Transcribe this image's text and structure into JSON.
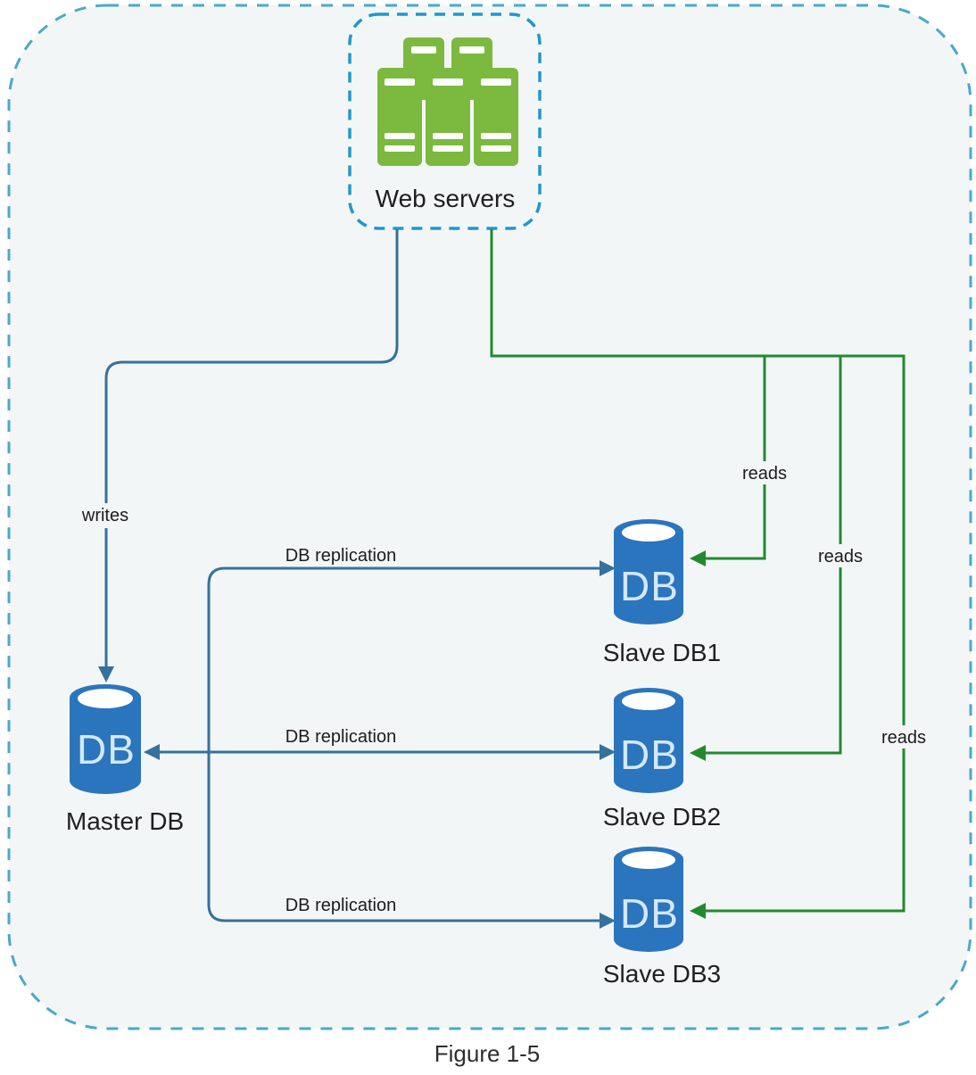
{
  "title_caption": "Figure 1-5",
  "web_servers": {
    "label": "Web servers"
  },
  "databases": {
    "master": {
      "text": "DB",
      "label": "Master DB"
    },
    "slaves": [
      {
        "text": "DB",
        "label": "Slave DB1"
      },
      {
        "text": "DB",
        "label": "Slave DB2"
      },
      {
        "text": "DB",
        "label": "Slave DB3"
      }
    ]
  },
  "edge_labels": {
    "writes": "writes",
    "reads": [
      "reads",
      "reads",
      "reads"
    ],
    "replication": [
      "DB replication",
      "DB replication",
      "DB replication"
    ]
  },
  "colors": {
    "background": "#f3f6f7",
    "outer_border": "#4aa9c9",
    "web_box_border": "#2098cb",
    "server_green": "#7cb93f",
    "server_bar_white": "#ffffff",
    "db_cylinder_blue": "#2a75bd",
    "db_cylinder_top_white": "#ffffff",
    "db_label_text": "#d5e8f7",
    "write_line_blue": "#35719c",
    "read_line_green": "#228a2e",
    "label_text": "#1c1c1c"
  }
}
